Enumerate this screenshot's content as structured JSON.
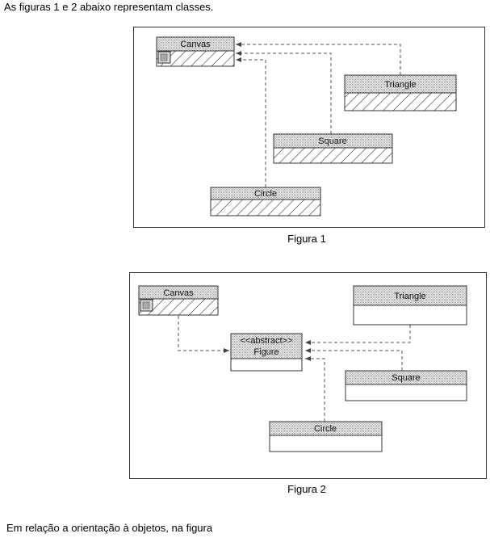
{
  "intro_text": "As figuras 1 e 2 abaixo representam classes.",
  "outro_text": "Em relação a orientação à objetos, na figura",
  "figure1": {
    "caption": "Figura 1",
    "classes": {
      "canvas": "Canvas",
      "triangle": "Triangle",
      "square": "Square",
      "circle": "Circle"
    }
  },
  "figure2": {
    "caption": "Figura 2",
    "classes": {
      "canvas": "Canvas",
      "figure_stereotype": "<<abstract>>",
      "figure": "Figure",
      "triangle": "Triangle",
      "square": "Square",
      "circle": "Circle"
    }
  }
}
